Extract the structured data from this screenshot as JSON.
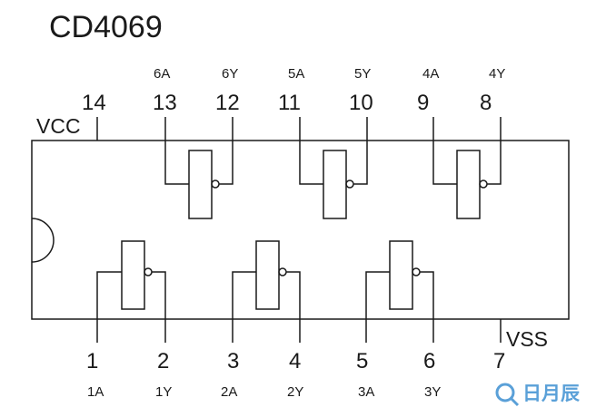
{
  "title": "CD4069",
  "power": {
    "vcc": "VCC",
    "vss": "VSS"
  },
  "top_pins": [
    {
      "number": "14",
      "name": ""
    },
    {
      "number": "13",
      "name": "6A"
    },
    {
      "number": "12",
      "name": "6Y"
    },
    {
      "number": "11",
      "name": "5A"
    },
    {
      "number": "10",
      "name": "5Y"
    },
    {
      "number": "9",
      "name": "4A"
    },
    {
      "number": "8",
      "name": "4Y"
    }
  ],
  "bottom_pins": [
    {
      "number": "1",
      "name": "1A"
    },
    {
      "number": "2",
      "name": "1Y"
    },
    {
      "number": "3",
      "name": "2A"
    },
    {
      "number": "4",
      "name": "2Y"
    },
    {
      "number": "5",
      "name": "3A"
    },
    {
      "number": "6",
      "name": "3Y"
    },
    {
      "number": "7",
      "name": ""
    }
  ],
  "watermark": {
    "text": "日月辰",
    "color": "#5aa0d8"
  },
  "line_color": "#1a1a1a"
}
